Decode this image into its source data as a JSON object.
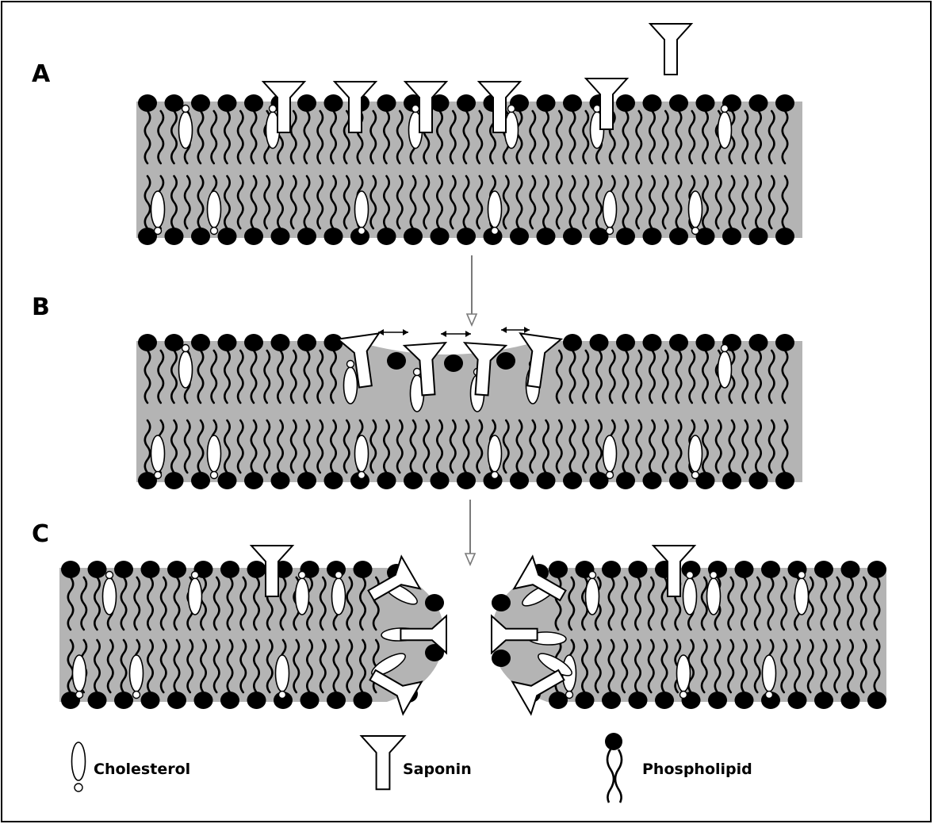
{
  "panels": [
    {
      "label": "A"
    },
    {
      "label": "B"
    },
    {
      "label": "C"
    }
  ],
  "legend": {
    "cholesterol": "Cholesterol",
    "saponin": "Saponin",
    "phospholipid": "Phospholipid"
  },
  "colors": {
    "membrane_core": "#b4b4b4",
    "phospholipid_head": "#000000",
    "cholesterol_fill": "#ffffff",
    "saponin_fill": "#ffffff",
    "outline": "#000000",
    "arrow": "#7a7a7a"
  },
  "icons": [
    "cholesterol-icon",
    "saponin-icon",
    "phospholipid-icon",
    "downward-arrow-icon",
    "double-headed-arrow-icon"
  ]
}
